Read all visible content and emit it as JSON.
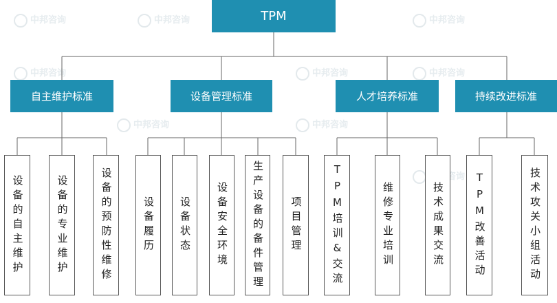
{
  "root": {
    "label": "TPM"
  },
  "colors": {
    "box_fill": "#1f8fb1",
    "box_text": "#ffffff",
    "line": "#666666",
    "leaf_border": "#555555"
  },
  "watermark": {
    "text": "中邦咨询"
  },
  "categories": [
    {
      "label": "自主维护标准",
      "children": [
        "设备的自主维护",
        "设备的专业维护",
        "设备的预防性维修"
      ]
    },
    {
      "label": "设备管理标准",
      "children": [
        "设备履历",
        "设备状态",
        "设备安全环境",
        "生产设备的备件管理",
        "项目管理"
      ]
    },
    {
      "label": "人才培养标准",
      "children": [
        "TPM培训&交流",
        "维修专业培训",
        "技术成果交流"
      ]
    },
    {
      "label": "持续改进标准",
      "children": [
        "TPM改善活动",
        "技术攻关小组活动"
      ]
    }
  ]
}
